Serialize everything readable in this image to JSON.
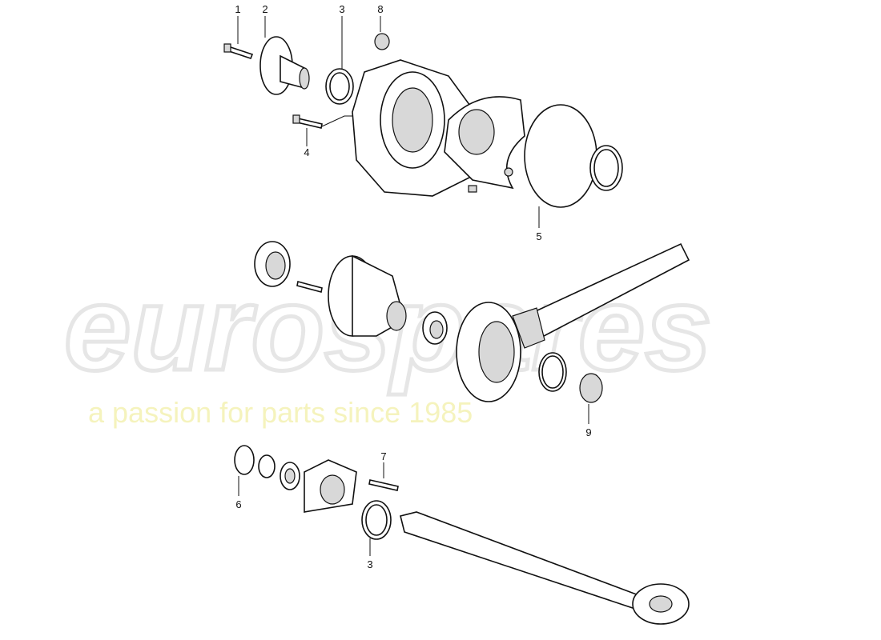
{
  "watermark": {
    "brand": "eurospares",
    "tagline": "a passion for parts since 1985",
    "brand_color": "#e6e6e6",
    "tagline_color": "#f2f0a8"
  },
  "callouts": {
    "c1": "1",
    "c2": "2",
    "c3_top": "3",
    "c8": "8",
    "c4": "4",
    "c5": "5",
    "c9": "9",
    "c6": "6",
    "c7": "7",
    "c3_bottom": "3"
  }
}
